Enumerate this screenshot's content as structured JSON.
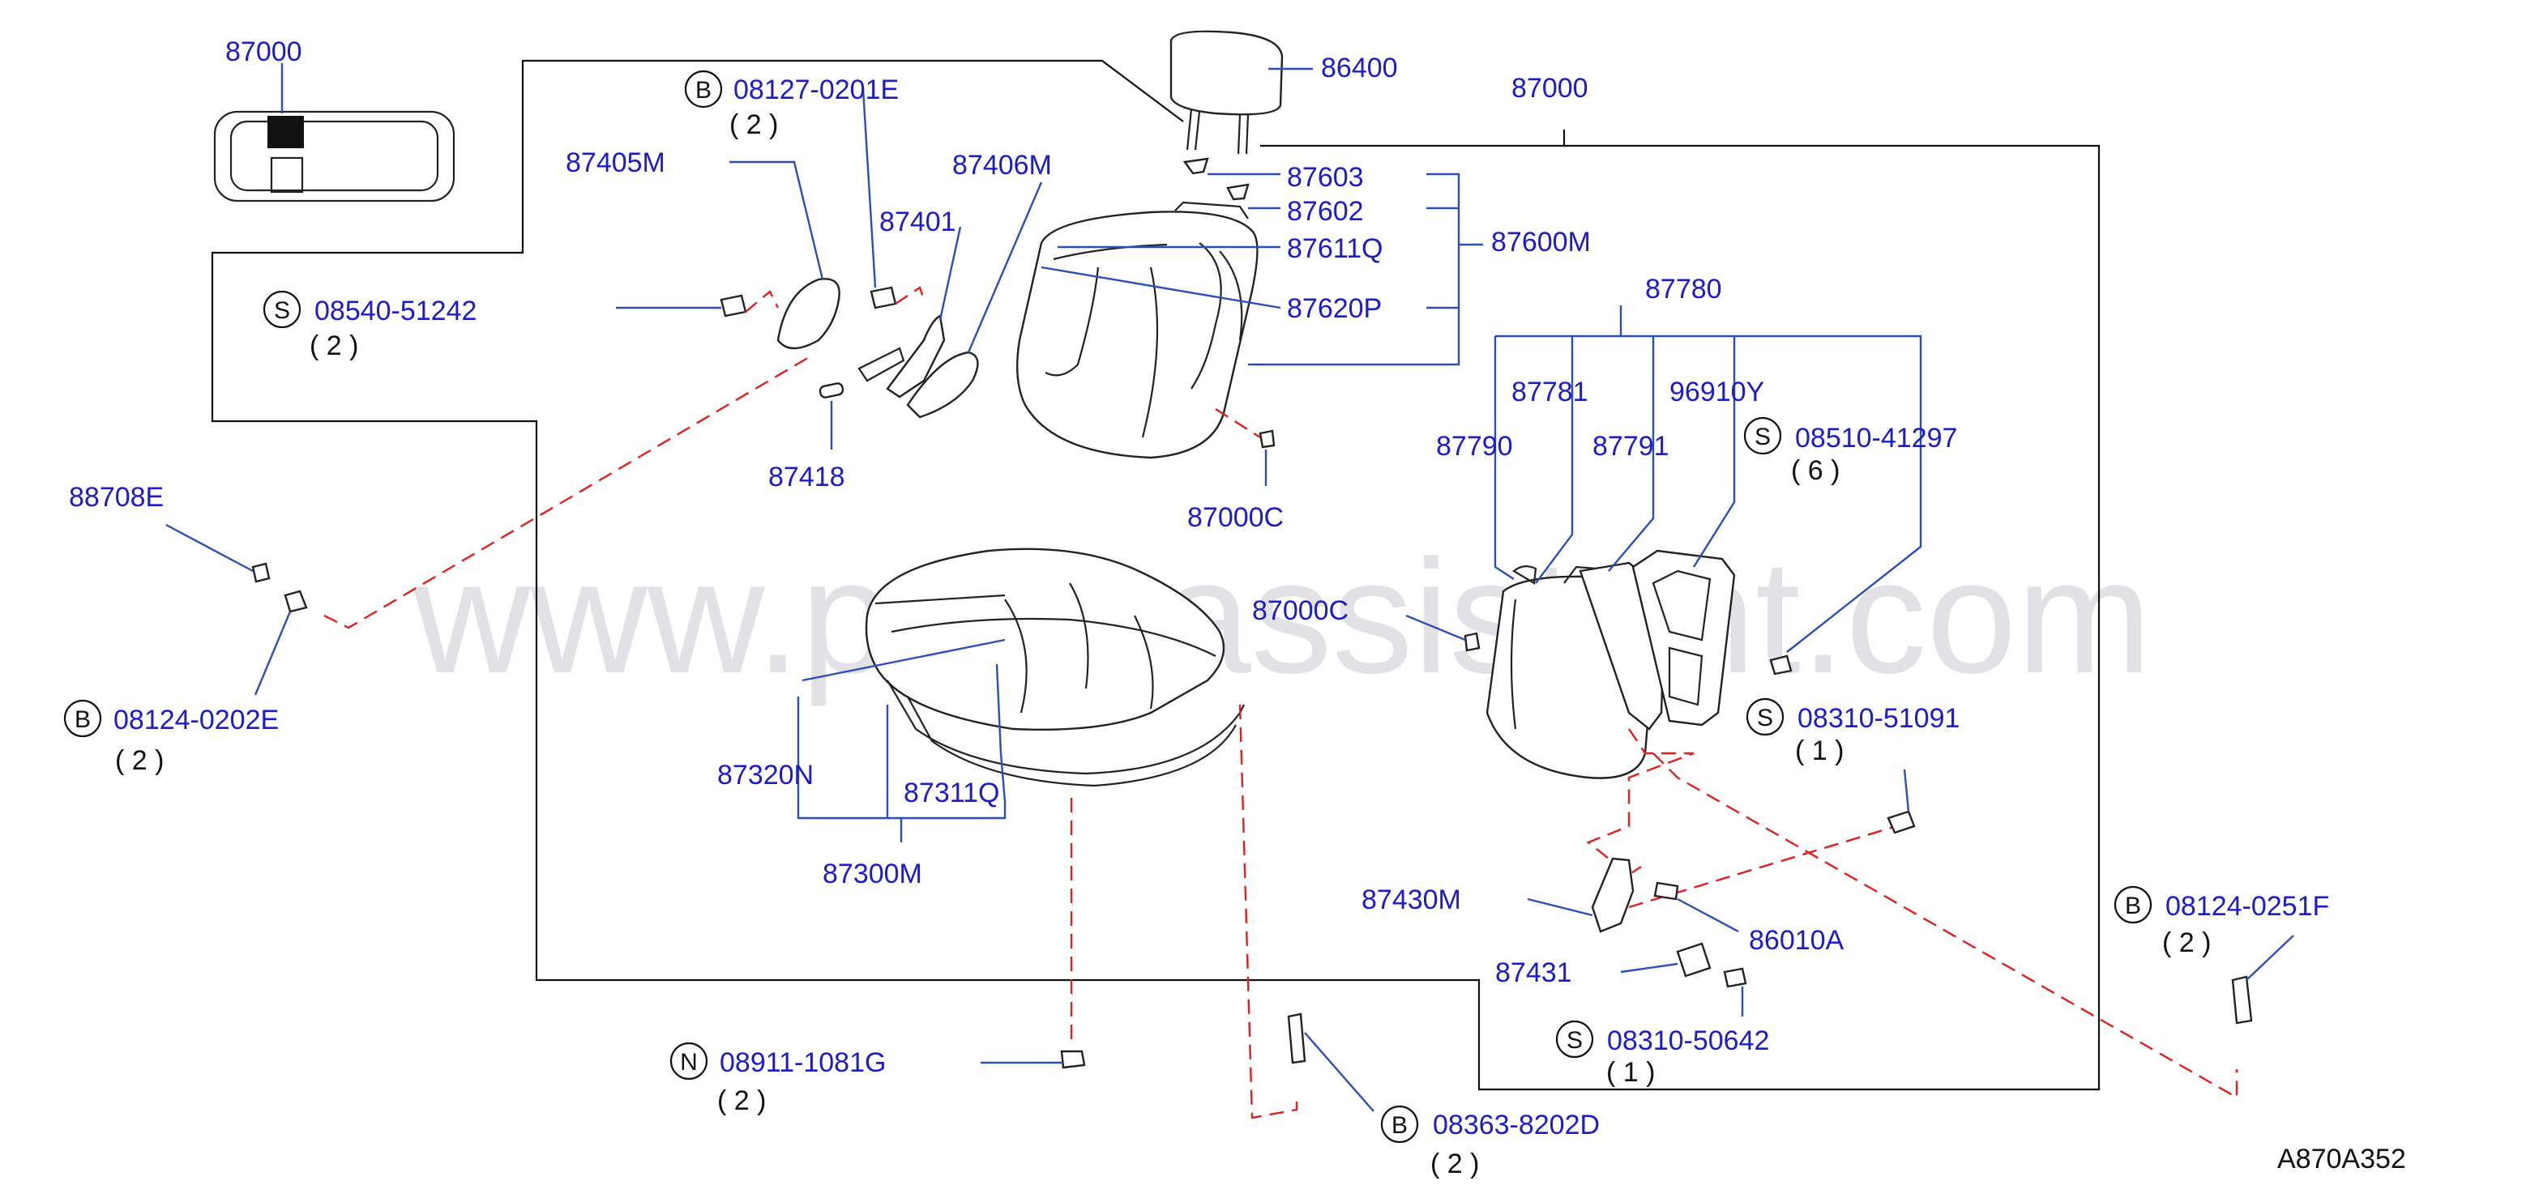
{
  "watermark": "www.partsassistant.com",
  "diagram_code": "A870A352",
  "colors": {
    "label": "#1c1cc8",
    "leader": "#2a4fb8",
    "dash": "#e0201c",
    "outline": "#111111"
  },
  "labels": {
    "p87000_top": "87000",
    "p87000_main": "87000",
    "p86400": "86400",
    "p87603": "87603",
    "p87602": "87602",
    "p87611Q": "87611Q",
    "p87620P": "87620P",
    "p87600M": "87600M",
    "p87405M": "87405M",
    "p87406M": "87406M",
    "p87401": "87401",
    "p87418": "87418",
    "p87000C_a": "87000C",
    "p87000C_b": "87000C",
    "p87780": "87780",
    "p87781": "87781",
    "p87790": "87790",
    "p87791": "87791",
    "p96910Y": "96910Y",
    "p88708E": "88708E",
    "p87320N": "87320N",
    "p87311Q": "87311Q",
    "p87300M": "87300M",
    "p87430M": "87430M",
    "p87431": "87431",
    "p86010A": "86010A"
  },
  "fasteners": {
    "f1": {
      "prefix": "B",
      "code": "08127-0201E",
      "qty": "( 2 )"
    },
    "f2": {
      "prefix": "S",
      "code": "08540-51242",
      "qty": "( 2 )"
    },
    "f3": {
      "prefix": "B",
      "code": "08124-0202E",
      "qty": "( 2 )"
    },
    "f4": {
      "prefix": "S",
      "code": "08510-41297",
      "qty": "( 6 )"
    },
    "f5": {
      "prefix": "S",
      "code": "08310-51091",
      "qty": "( 1 )"
    },
    "f6": {
      "prefix": "B",
      "code": "08124-0251F",
      "qty": "( 2 )"
    },
    "f7": {
      "prefix": "S",
      "code": "08310-50642",
      "qty": "( 1 )"
    },
    "f8": {
      "prefix": "N",
      "code": "08911-1081G",
      "qty": "( 2 )"
    },
    "f9": {
      "prefix": "B",
      "code": "08363-8202D",
      "qty": "( 2 )"
    }
  }
}
